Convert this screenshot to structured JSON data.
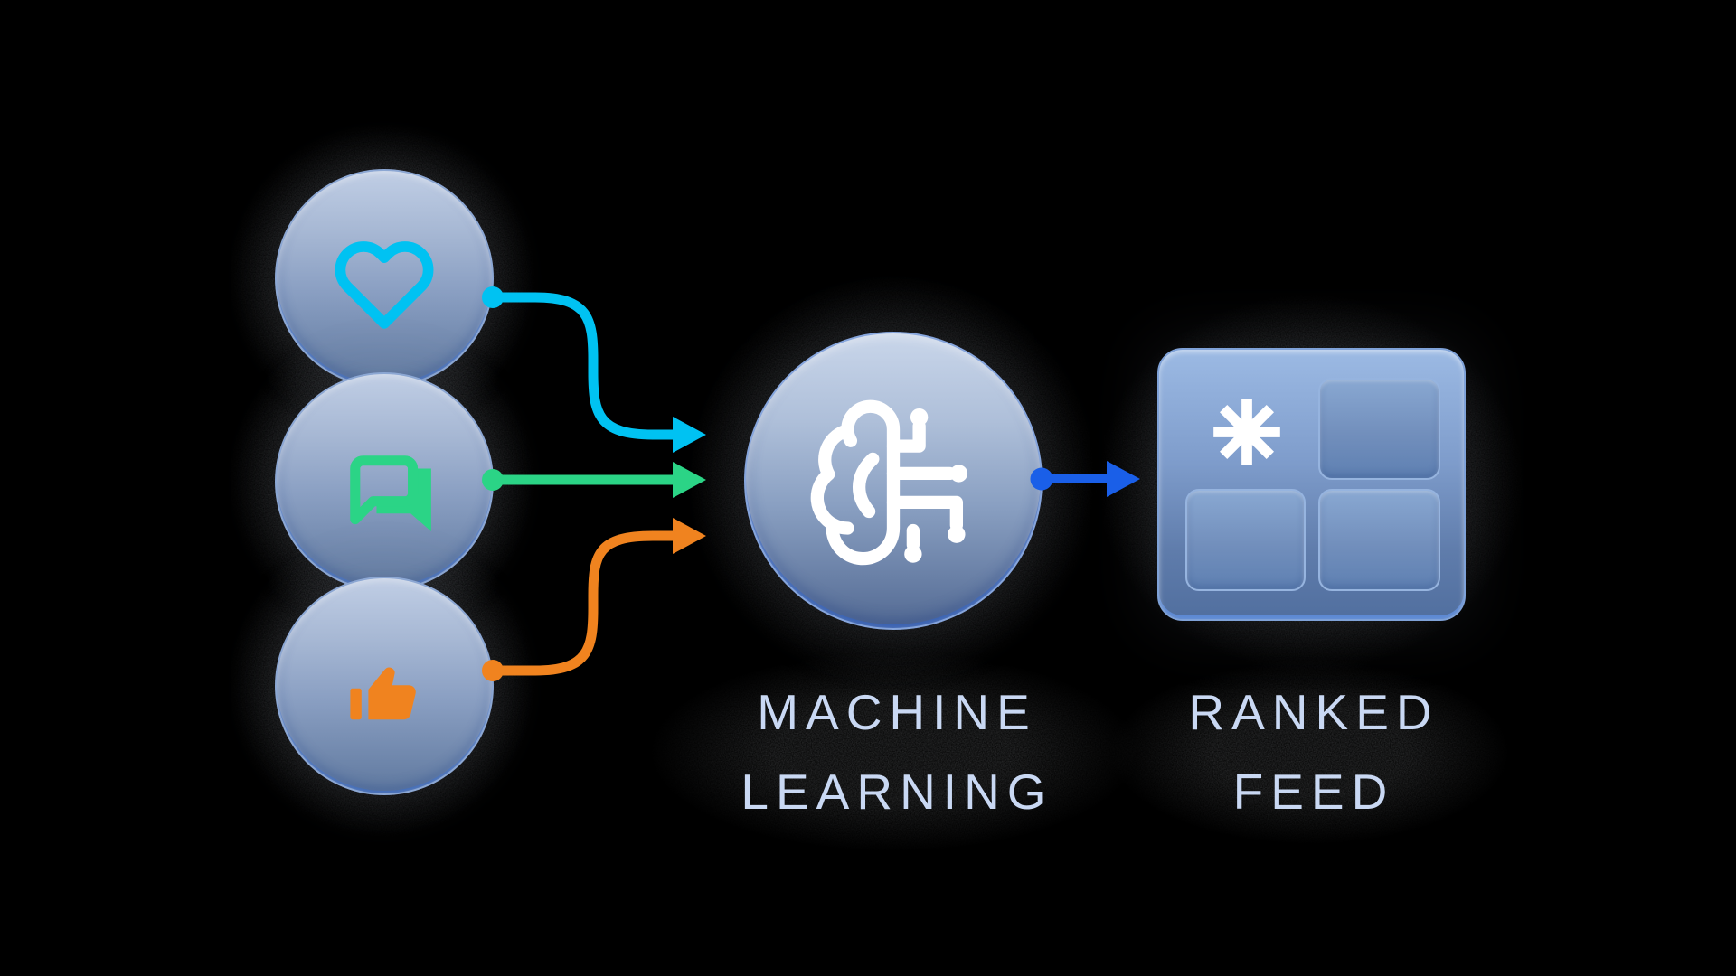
{
  "colors": {
    "likes_accent": "#00C2F2",
    "comments_accent": "#2BD486",
    "upvotes_accent": "#F0831F",
    "flow_arrow": "#1A5FE8",
    "label_text": "#C9D8F3",
    "node_fill_top": "#C7D4E9",
    "node_fill_bottom": "#5C76A3",
    "icon_white": "#FFFFFF"
  },
  "nodes": {
    "inputs": [
      {
        "name": "likes",
        "icon": "heart-icon"
      },
      {
        "name": "comments",
        "icon": "chat-bubbles-icon"
      },
      {
        "name": "upvotes",
        "icon": "thumbs-up-icon"
      }
    ],
    "processor": {
      "icon": "brain-circuit-icon",
      "label_line1": "MACHINE",
      "label_line2": "LEARNING"
    },
    "output": {
      "icon": "asterisk-icon",
      "tile_count": 3,
      "label_line1": "RANKED",
      "label_line2": "FEED"
    }
  }
}
